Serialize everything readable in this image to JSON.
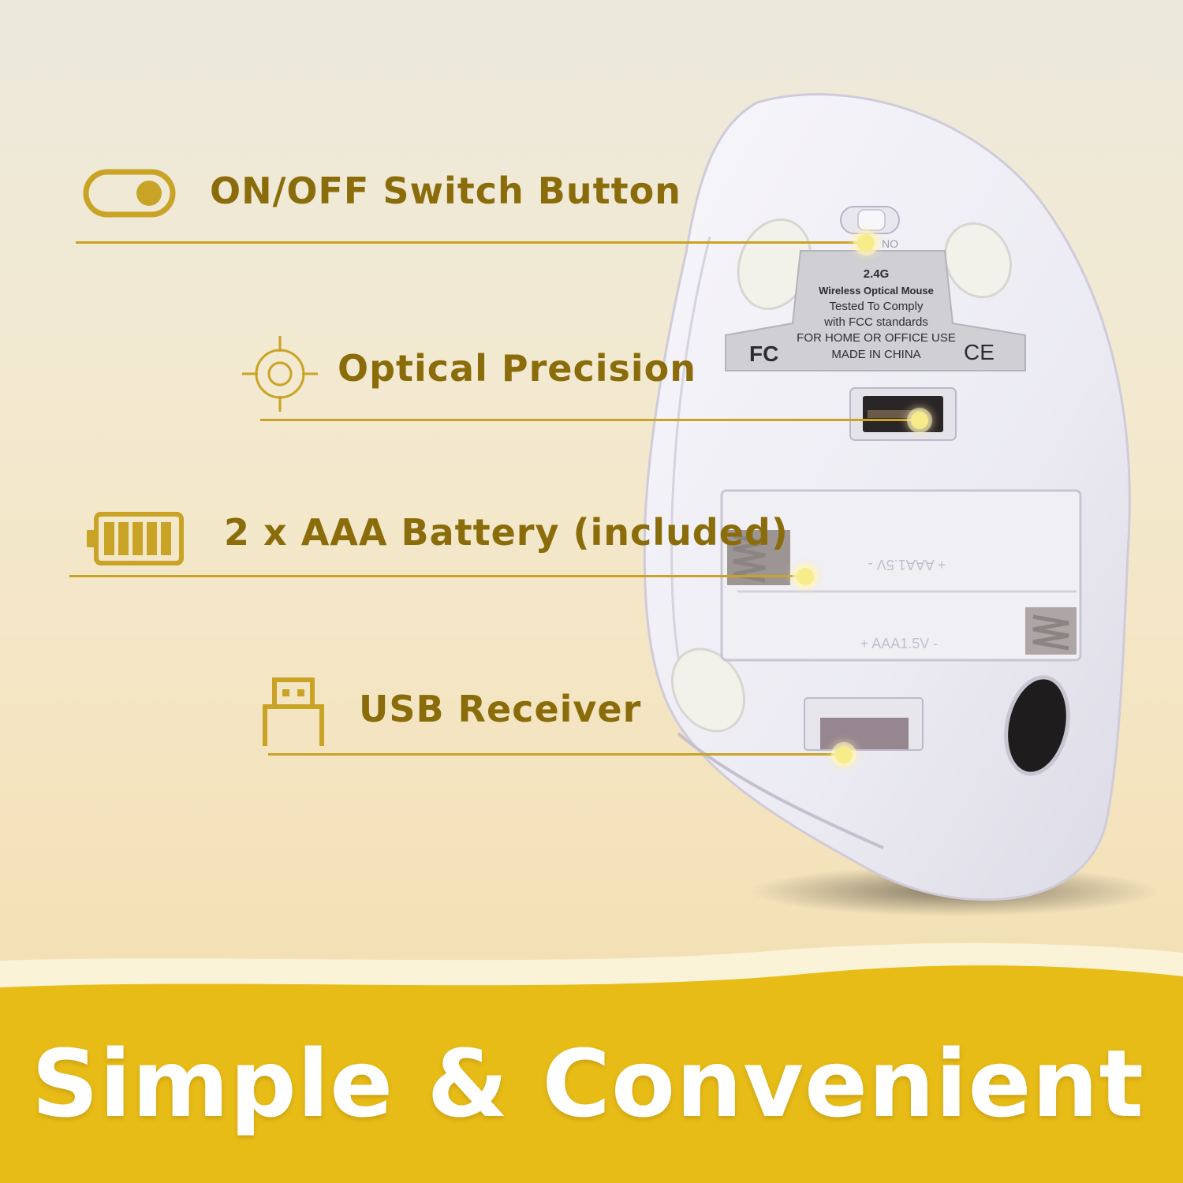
{
  "colors": {
    "accent": "#c9a326",
    "label_text": "#8a6d0a",
    "banner_yellow": "#e8bc17",
    "banner_text": "#ffffff",
    "dot_fill": "#f7ec8a"
  },
  "features": [
    {
      "label": "ON/OFF Switch Button",
      "icon": "toggle-switch-icon"
    },
    {
      "label": "Optical Precision",
      "icon": "crosshair-target-icon"
    },
    {
      "label": "2 x AAA Battery (included)",
      "icon": "battery-icon"
    },
    {
      "label": "USB Receiver",
      "icon": "usb-plug-icon"
    }
  ],
  "mouse": {
    "switch_text": "NO",
    "label_lines": [
      "2.4G",
      "Wireless Optical Mouse",
      "Tested To Comply",
      "with FCC standards",
      "FOR HOME OR OFFICE USE",
      "MADE IN CHINA"
    ],
    "fcc_mark": "FC",
    "ce_mark": "CE",
    "battery_marking": "+ AAA1.5V -"
  },
  "banner": {
    "title": "Simple & Convenient"
  }
}
